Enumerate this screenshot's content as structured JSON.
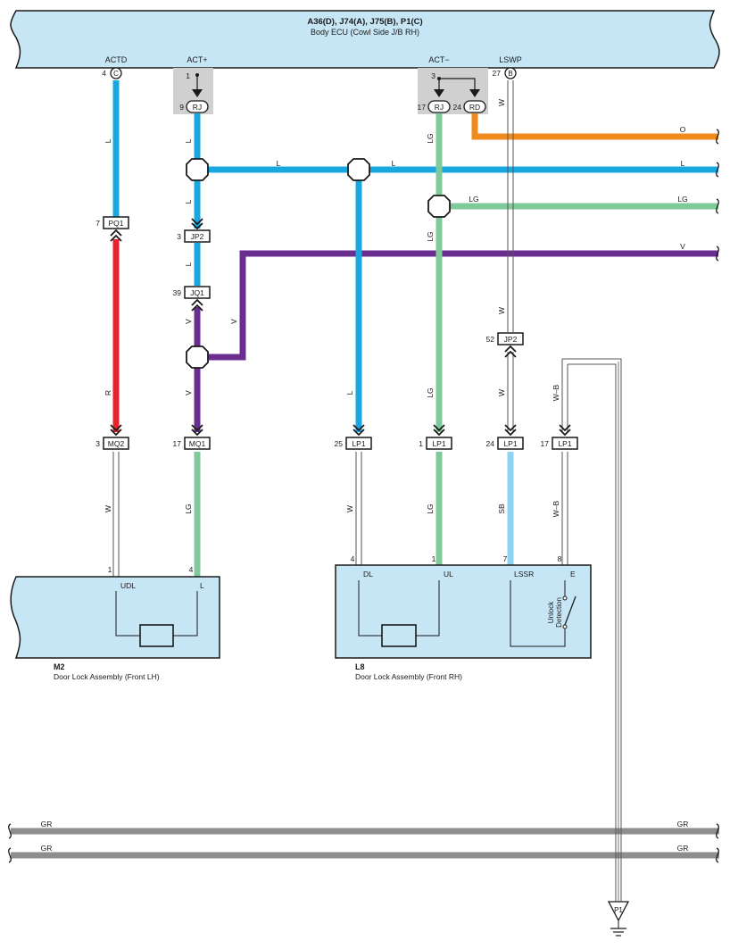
{
  "ecu": {
    "connectors": "A36(D), J74(A), J75(B), P1(C)",
    "name": "Body ECU (Cowl Side J/B RH)",
    "terminals": [
      {
        "name": "ACTD",
        "pin": "4",
        "conn": "C"
      },
      {
        "name": "ACT+",
        "pin": "1",
        "conn": ""
      },
      {
        "name": "ACT−",
        "pin": "3",
        "conn": ""
      },
      {
        "name": "LSWP",
        "pin": "27",
        "conn": "B"
      }
    ]
  },
  "junction_connectors": [
    {
      "pin": "9",
      "conn": "RJ"
    },
    {
      "pin": "17",
      "conn": "RJ"
    },
    {
      "pin": "24",
      "conn": "RD"
    }
  ],
  "inline_connectors": [
    {
      "pin": "7",
      "conn": "PQ1"
    },
    {
      "pin": "3",
      "conn": "JP2"
    },
    {
      "pin": "39",
      "conn": "JQ1"
    },
    {
      "pin": "52",
      "conn": "JP2"
    },
    {
      "pin": "3",
      "conn": "MQ2"
    },
    {
      "pin": "17",
      "conn": "MQ1"
    },
    {
      "pin": "25",
      "conn": "LP1"
    },
    {
      "pin": "1",
      "conn": "LP1"
    },
    {
      "pin": "24",
      "conn": "LP1"
    },
    {
      "pin": "17",
      "conn": "LP1"
    }
  ],
  "wire_colors": {
    "L": "L",
    "LG": "LG",
    "R": "R",
    "W": "W",
    "V": "V",
    "O": "O",
    "SB": "SB",
    "WB": "W–B",
    "GR": "GR"
  },
  "colors": {
    "L": "#1aa7e0",
    "LG": "#80c99a",
    "R": "#e8212b",
    "V": "#6a2e91",
    "O": "#f18b1e",
    "SB": "#8fd3f2",
    "GR": "#8e8e8e",
    "W": "#ffffff",
    "box": "#c6e6f6",
    "junction": "#d0d0d0"
  },
  "m2": {
    "id": "M2",
    "name": "Door Lock Assembly (Front LH)",
    "pins": [
      "1",
      "4"
    ],
    "terminals": [
      "UDL",
      "L"
    ]
  },
  "l8": {
    "id": "L8",
    "name": "Door Lock Assembly (Front RH)",
    "pins": [
      "4",
      "1",
      "7",
      "8"
    ],
    "terminals": [
      "DL",
      "UL",
      "LSSR",
      "E"
    ],
    "switch": [
      "Unlock",
      "Detection"
    ]
  },
  "ground": "P1"
}
